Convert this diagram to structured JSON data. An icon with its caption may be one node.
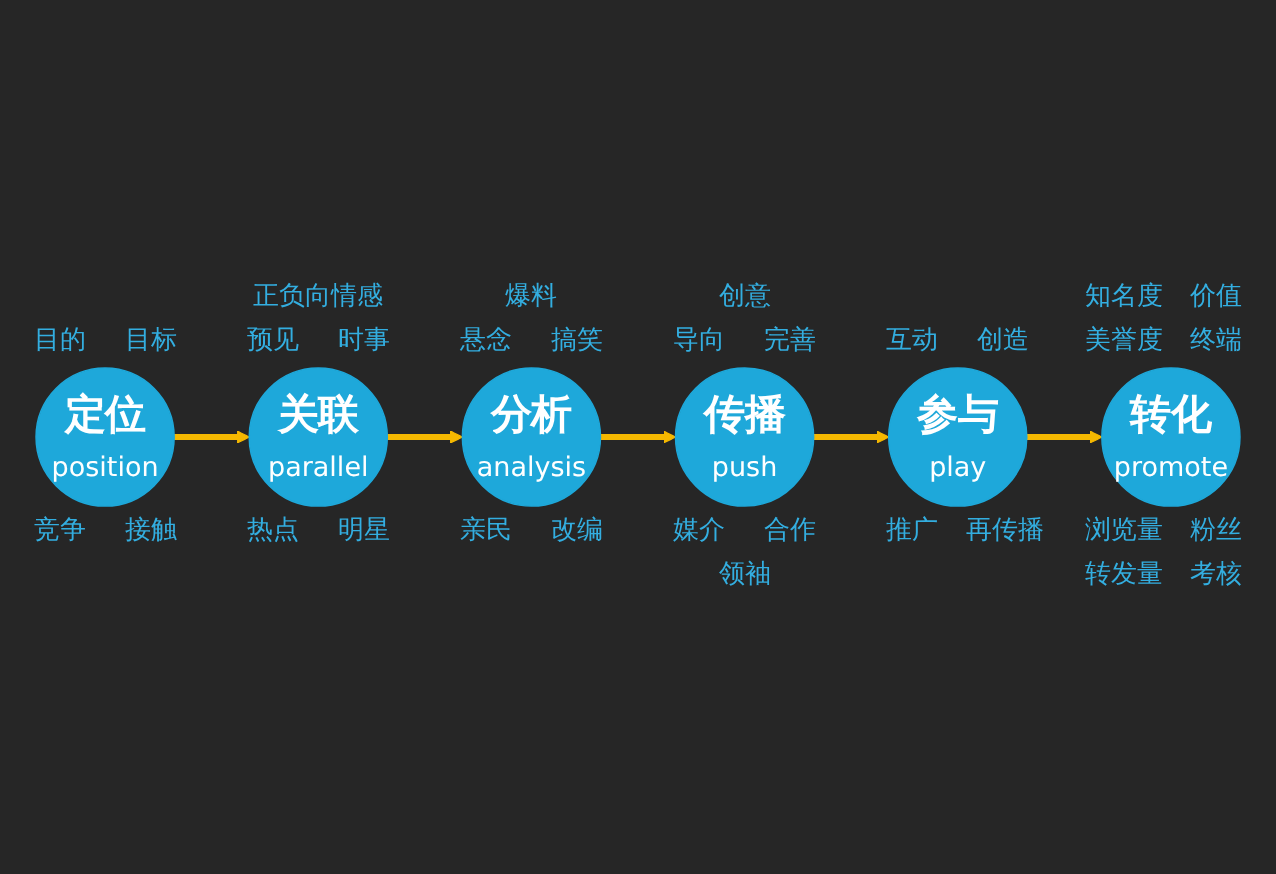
{
  "diagram": {
    "nodes": [
      {
        "text": [
          "定位",
          "position"
        ],
        "beside": [
          "目的",
          "目标",
          "竞争",
          "接触"
        ]
      },
      {
        "text": [
          "关联",
          "parallel"
        ],
        "beside": [
          "正负向情感",
          "预见",
          "时事",
          "热点",
          "明星"
        ]
      },
      {
        "text": [
          "分析",
          "analysis"
        ],
        "beside": [
          "爆料",
          "悬念",
          "搞笑",
          "亲民",
          "改编"
        ]
      },
      {
        "text": [
          "传播",
          "push"
        ],
        "beside": [
          "创意",
          "导向",
          "完善",
          "媒介",
          "合作",
          "领袖"
        ]
      },
      {
        "text": [
          "参与",
          "play"
        ],
        "beside": [
          "互动",
          "创造",
          "推广",
          "再传播"
        ]
      },
      {
        "text": [
          "转化",
          "promote"
        ],
        "beside": [
          "知名度",
          "价值",
          "美誉度",
          "终端",
          "浏览量",
          "粉丝",
          "转发量",
          "考核"
        ]
      }
    ],
    "edges": [
      {
        "from": 0,
        "to": 1,
        "arrow": "to"
      },
      {
        "from": 1,
        "to": 2,
        "arrow": "to"
      },
      {
        "from": 2,
        "to": 3,
        "arrow": "to"
      },
      {
        "from": 3,
        "to": 4,
        "arrow": "to"
      },
      {
        "from": 4,
        "to": 5,
        "arrow": "to"
      }
    ]
  }
}
